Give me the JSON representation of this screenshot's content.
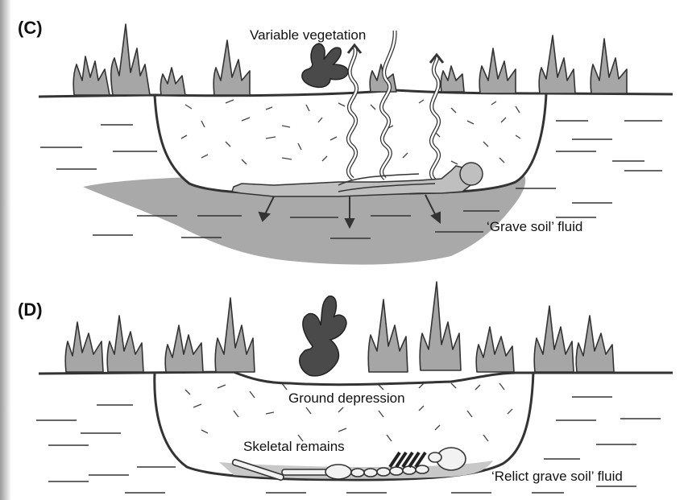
{
  "panels": {
    "c": {
      "letter": "(C)",
      "vegetation_label": "Variable vegetation",
      "fluid_label": "‘Grave soil’ fluid"
    },
    "d": {
      "letter": "(D)",
      "depression_label": "Ground depression",
      "skeletal_label": "Skeletal remains",
      "relict_fluid_label": "‘Relict grave soil’ fluid"
    }
  },
  "colors": {
    "soil_fluid": "#a9a9a9",
    "relict_fluid": "#c8c8c8",
    "grass": "#a6a6a6",
    "shrub": "#4a4a4a",
    "outline": "#333333",
    "vapour": "#ffffff"
  }
}
